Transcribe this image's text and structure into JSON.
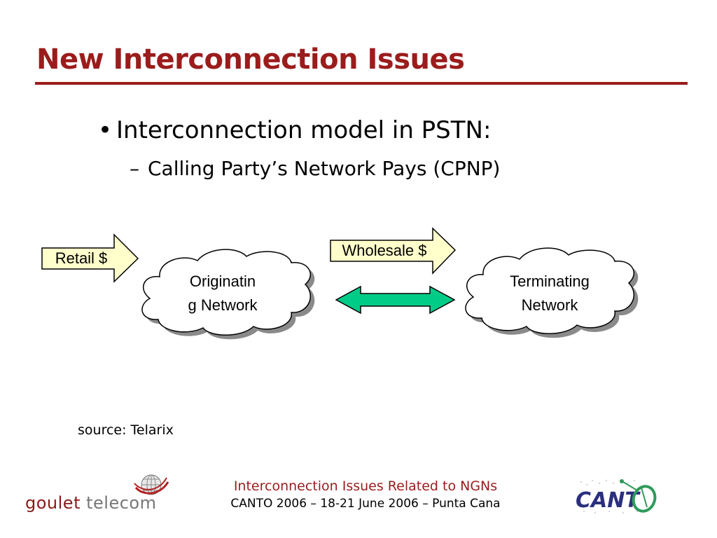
{
  "slide": {
    "title": "New Interconnection Issues",
    "bullet_1": "Interconnection model in PSTN:",
    "bullet_1_marker": "•",
    "bullet_2": "Calling Party’s Network Pays (CPNP)",
    "bullet_2_marker": "–",
    "source": "source: Telarix"
  },
  "diagram": {
    "retail_label": "Retail $",
    "wholesale_label": "Wholesale $",
    "originating_line1": "Originatin",
    "originating_line2": "g Network",
    "terminating_line1": "Terminating",
    "terminating_line2": "Network",
    "callout_fill": "#ffffcc",
    "double_arrow_fill": "#00cc88",
    "cloud_fill": "#ffffff"
  },
  "footer": {
    "line1": "Interconnection Issues Related to NGNs",
    "line2": "CANTO 2006 – 18-21 June 2006 – Punta Cana"
  },
  "logos": {
    "left_word_1": "goulet",
    "left_word_2": "telecom",
    "right": "CANTO"
  },
  "colors": {
    "accent": "#9b1c1c"
  }
}
